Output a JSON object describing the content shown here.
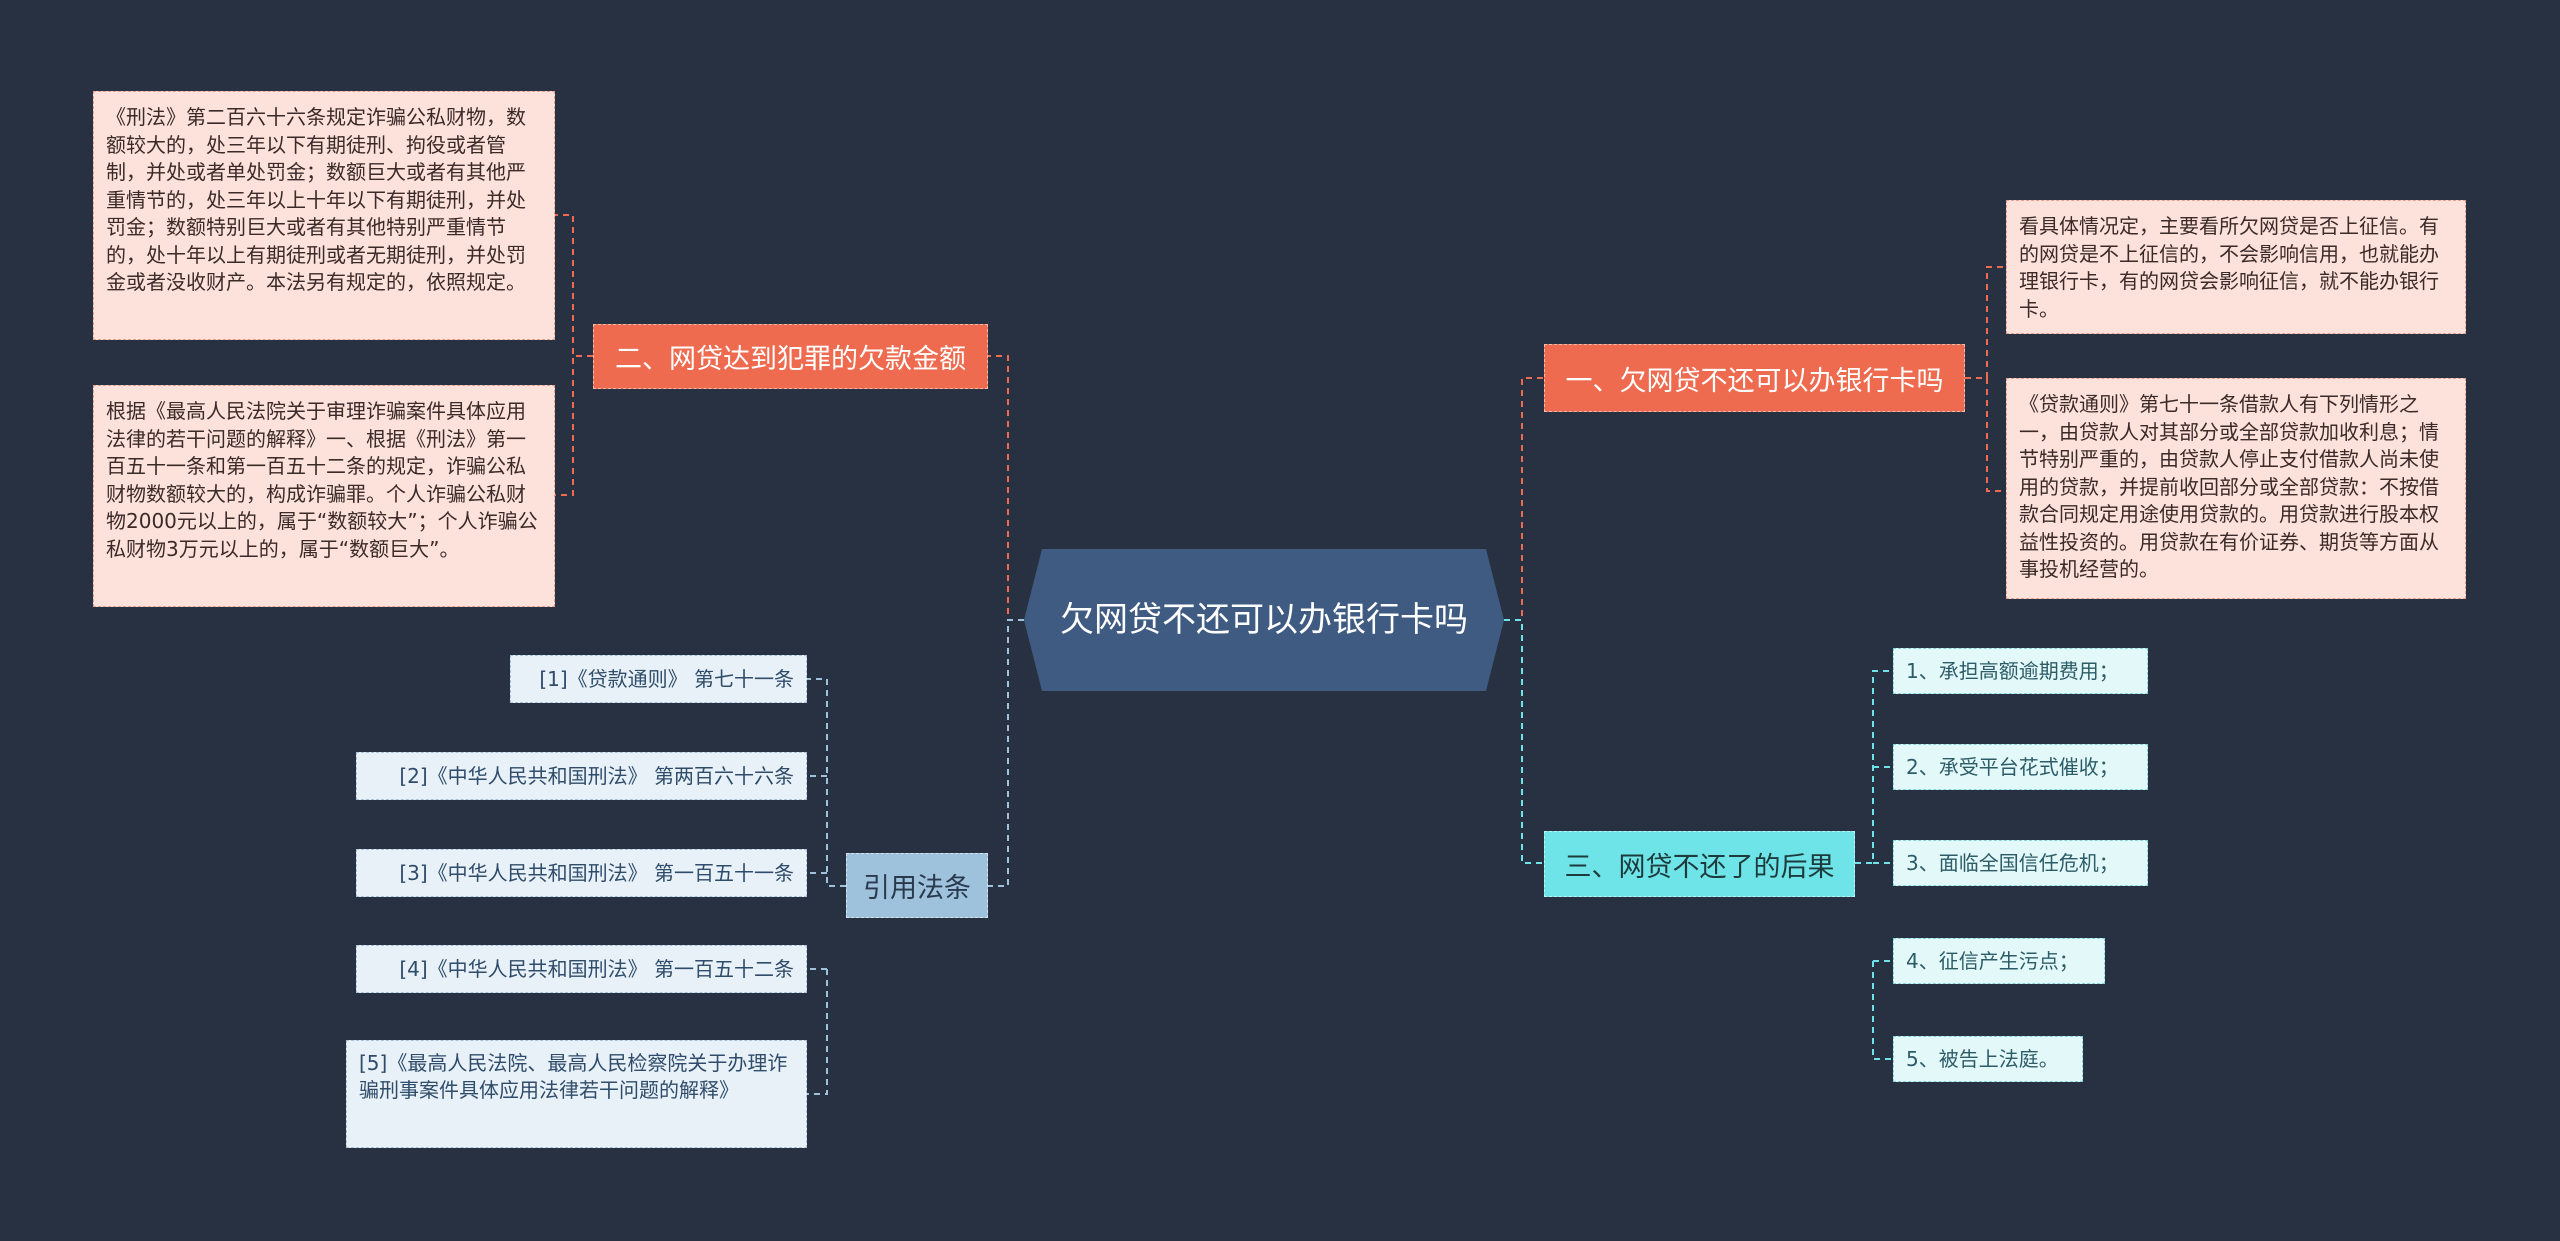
{
  "root": {
    "label": "欠网贷不还可以办银行卡吗"
  },
  "branches": {
    "b1": {
      "label": "一、欠网贷不还可以办银行卡吗"
    },
    "b2": {
      "label": "二、网贷达到犯罪的欠款金额"
    },
    "b3": {
      "label": "三、网贷不还了的后果"
    },
    "b4": {
      "label": "引用法条"
    }
  },
  "b1_items": [
    "看具体情况定，主要看所欠网贷是否上征信。有的网贷是不上征信的，不会影响信用，也就能办理银行卡，有的网贷会影响征信，就不能办银行卡。",
    "《贷款通则》第七十一条借款人有下列情形之一，由贷款人对其部分或全部贷款加收利息；情节特别严重的，由贷款人停止支付借款人尚未使用的贷款，并提前收回部分或全部贷款：不按借款合同规定用途使用贷款的。用贷款进行股本权益性投资的。用贷款在有价证券、期货等方面从事投机经营的。"
  ],
  "b2_items": [
    "《刑法》第二百六十六条规定诈骗公私财物，数额较大的，处三年以下有期徒刑、拘役或者管制，并处或者单处罚金；数额巨大或者有其他严重情节的，处三年以上十年以下有期徒刑，并处罚金；数额特别巨大或者有其他特别严重情节的，处十年以上有期徒刑或者无期徒刑，并处罚金或者没收财产。本法另有规定的，依照规定。",
    "根据《最高人民法院关于审理诈骗案件具体应用法律的若干问题的解释》一、根据《刑法》第一百五十一条和第一百五十二条的规定，诈骗公私财物数额较大的，构成诈骗罪。个人诈骗公私财物2000元以上的，属于“数额较大”；个人诈骗公私财物3万元以上的，属于“数额巨大”。"
  ],
  "b3_items": [
    "1、承担高额逾期费用；",
    "2、承受平台花式催收；",
    "3、面临全国信任危机；",
    "4、征信产生污点；",
    "5、被告上法庭。"
  ],
  "b4_items": [
    "[1]《贷款通则》 第七十一条",
    "[2]《中华人民共和国刑法》 第两百六十六条",
    "[3]《中华人民共和国刑法》 第一百五十一条",
    "[4]《中华人民共和国刑法》 第一百五十二条",
    "[5]《最高人民法院、最高人民检察院关于办理诈骗刑事案件具体应用法律若干问题的解释》"
  ],
  "colors": {
    "background": "#283141",
    "root": "#3f5b82",
    "branch_red": "#ee6b50",
    "branch_cyan": "#6ee4e8",
    "branch_blue": "#9ec1dc",
    "link_red": "#ee6b50",
    "link_cyan": "#6ee4e8",
    "link_blue": "#9ec1dc"
  }
}
